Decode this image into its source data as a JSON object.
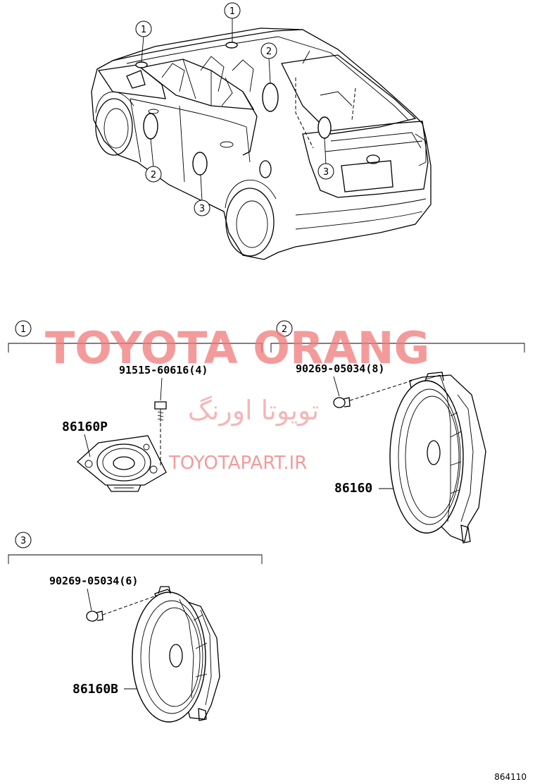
{
  "callouts": {
    "one": "1",
    "two": "2",
    "three": "3"
  },
  "sections": [
    {
      "number": "1",
      "bolt_part": "91515-60616(4)",
      "speaker_part": "86160P"
    },
    {
      "number": "2",
      "bolt_part": "90269-05034(8)",
      "speaker_part": "86160"
    },
    {
      "number": "3",
      "bolt_part": "90269-05034(6)",
      "speaker_part": "86160B"
    }
  ],
  "watermark": {
    "brand": "TOYOTA ORANG",
    "persian": "تویوتا اورنگ",
    "url": "TOYOTAPART.IR"
  },
  "figure_id": "864110"
}
